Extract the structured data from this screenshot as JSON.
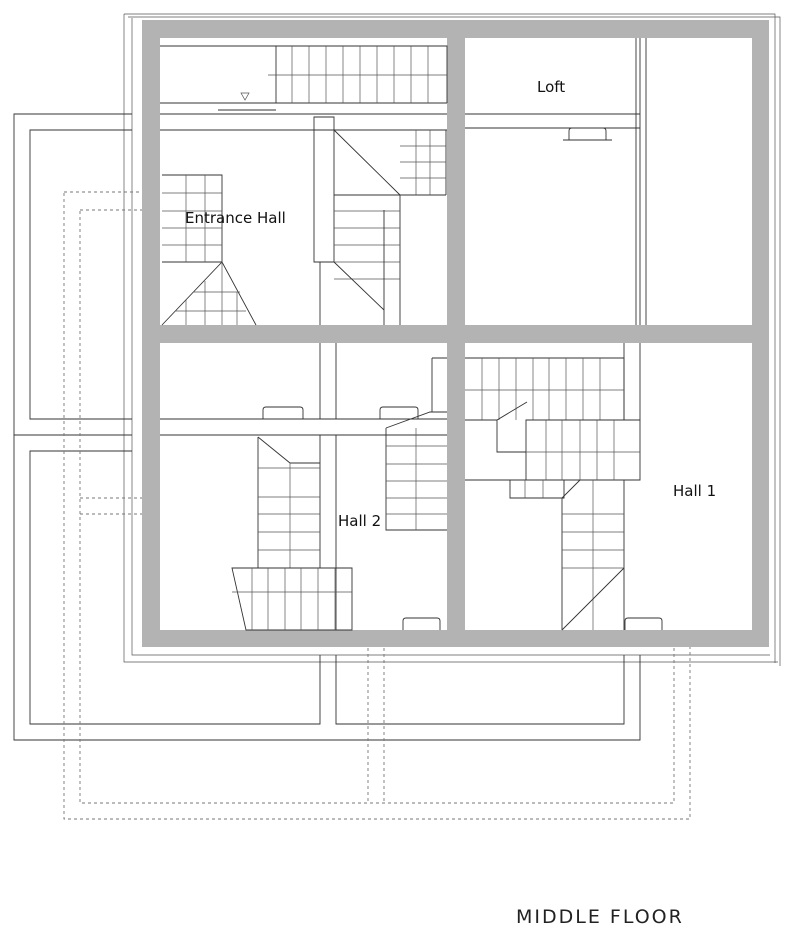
{
  "rooms": {
    "loft": "Loft",
    "entrance_hall": "Entrance Hall",
    "hall_1": "Hall 1",
    "hall_2": "Hall 2"
  },
  "caption": "MIDDLE FLOOR",
  "colors": {
    "wall": "#b3b3b3",
    "line": "#333333",
    "dashed": "#777777"
  }
}
